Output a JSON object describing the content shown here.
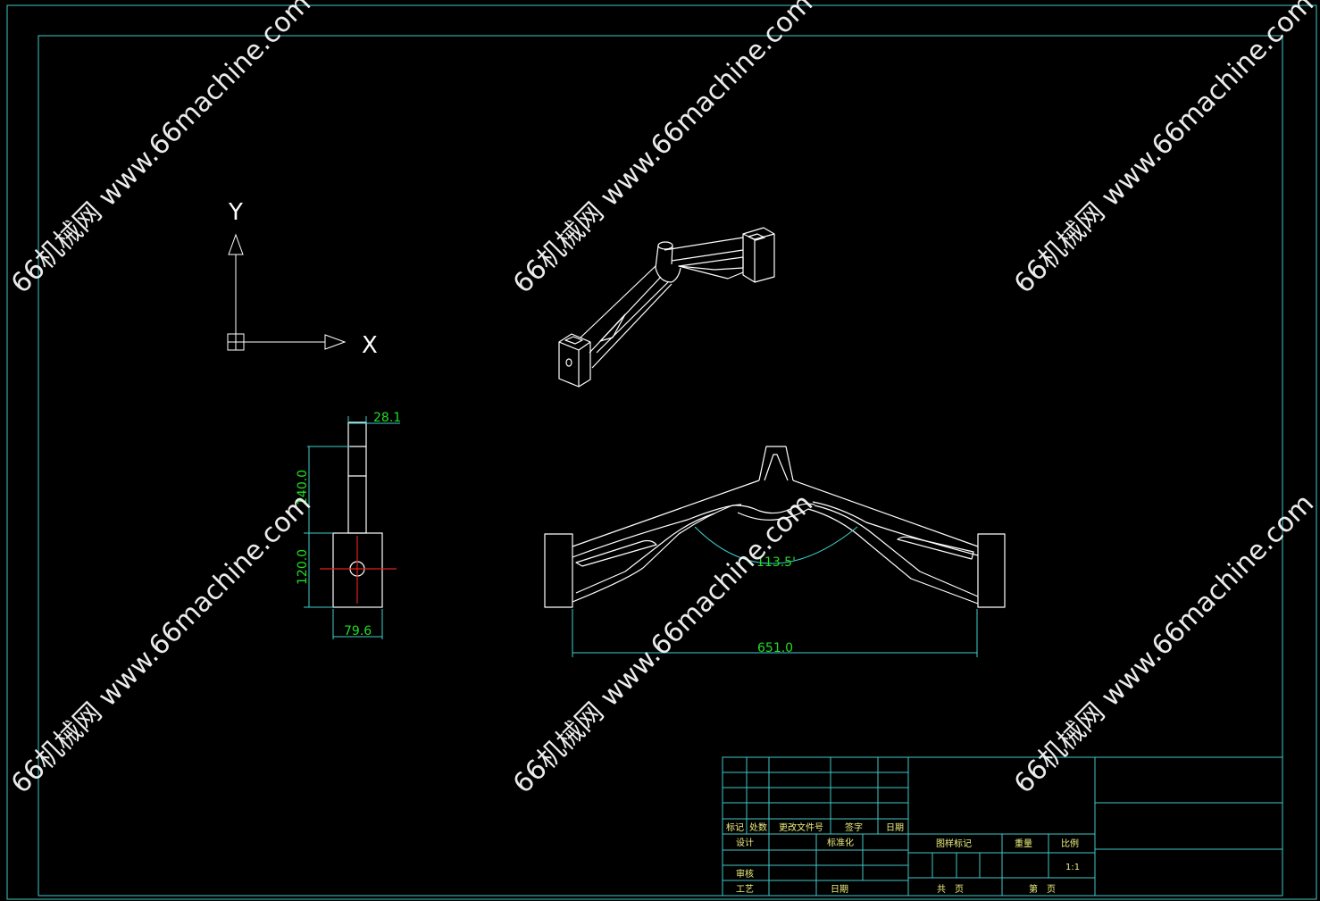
{
  "colors": {
    "background": "#000000",
    "frame": "#40c8c8",
    "lines": "#ffffff",
    "dimension_text": "#22dd22",
    "dimension_lines": "#40d0d0",
    "center_lines": "#e02020",
    "title_block_text": "#f0f080"
  },
  "ucs": {
    "y_label": "Y",
    "x_label": "X"
  },
  "dimensions": {
    "d_28_1": "28.1",
    "d_140": "140.0",
    "d_120": "120.0",
    "d_79_6": "79.6",
    "d_angle": "113.5'",
    "d_651": "651.0"
  },
  "title_block": {
    "mark": "标记",
    "count": "处数",
    "change_doc": "更改文件号",
    "signature": "签字",
    "date": "日期",
    "design": "设计",
    "standardize": "标准化",
    "review": "审核",
    "process": "工艺",
    "date2": "日期",
    "stage_mark": "图样标记",
    "weight": "重量",
    "scale": "比例",
    "scale_value": "1:1",
    "total_sheets": "共　页",
    "sheet_no": "第　页"
  },
  "watermark": "66机械网 www.66machine.com"
}
